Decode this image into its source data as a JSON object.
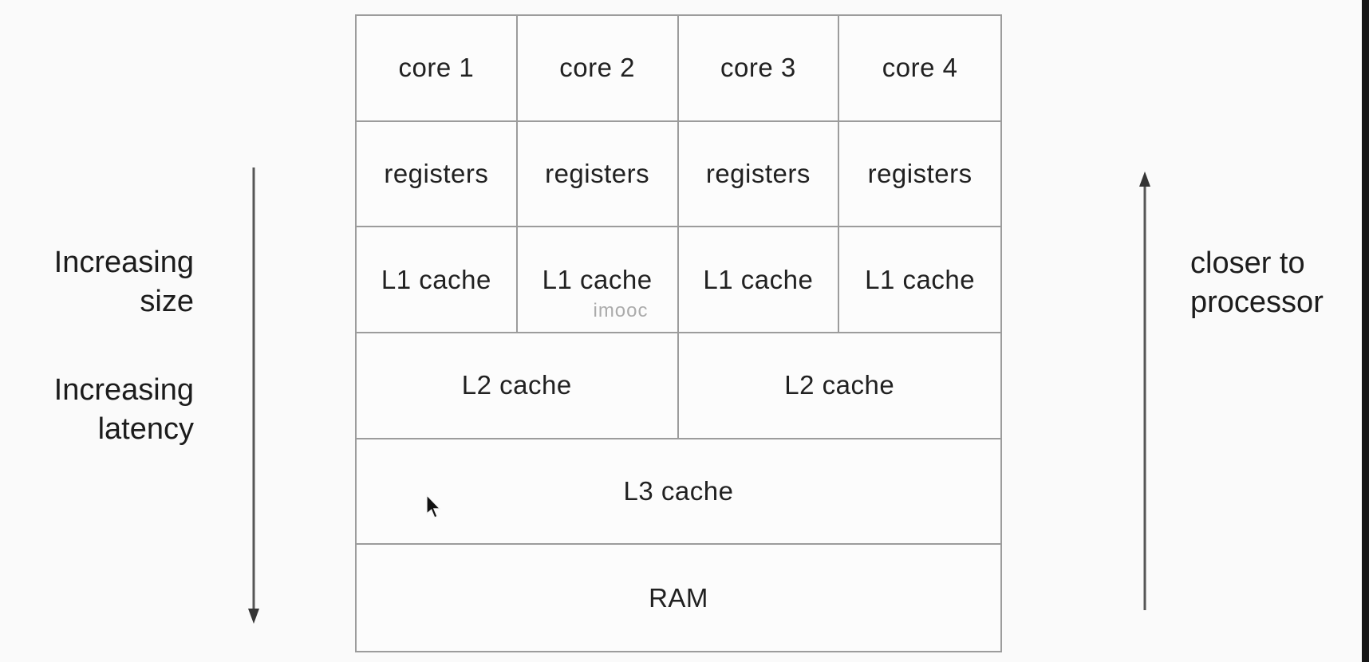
{
  "colors": {
    "background": "#fafafa",
    "table_border": "#9c9c9c",
    "cell_background": "#fcfcfc",
    "cell_text": "#212121",
    "side_label_text": "#1c1c1c",
    "arrow": "#565656",
    "watermark": "#ababab",
    "edge_bar": "#161616"
  },
  "annotations": {
    "left": {
      "size_label": [
        "Increasing",
        "size"
      ],
      "latency_label": [
        "Increasing",
        "latency"
      ],
      "arrow_direction": "down"
    },
    "right": {
      "closer_label": [
        "closer to",
        "processor"
      ],
      "arrow_direction": "up"
    }
  },
  "hierarchy": {
    "cores": [
      "core 1",
      "core 2",
      "core 3",
      "core 4"
    ],
    "registers": [
      "registers",
      "registers",
      "registers",
      "registers"
    ],
    "l1_caches": [
      "L1 cache",
      "L1 cache",
      "L1 cache",
      "L1 cache"
    ],
    "l2_caches": [
      "L2 cache",
      "L2 cache"
    ],
    "l3_cache": "L3 cache",
    "ram": "RAM"
  },
  "watermark": {
    "text": "imooc"
  },
  "cursor": {
    "icon": "arrow-pointer"
  }
}
